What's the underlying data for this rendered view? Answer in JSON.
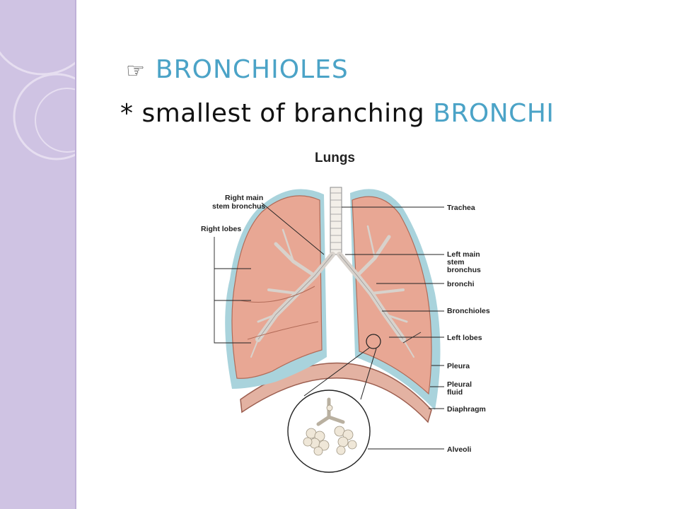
{
  "slide": {
    "title_icon": "pointing-hand-icon",
    "title": "BRONCHIOLES",
    "subtitle_prefix": "* smallest of branching",
    "subtitle_accent": "BRONCHI"
  },
  "diagram": {
    "title": "Lungs",
    "labels": {
      "right_main_stem_1": "Right main",
      "right_main_stem_2": "stem bronchus",
      "right_lobes": "Right lobes",
      "trachea": "Trachea",
      "left_main_stem_1": "Left main",
      "left_main_stem_2": "stem",
      "left_main_stem_3": "bronchus",
      "bronchi": "bronchi",
      "bronchioles": "Bronchioles",
      "left_lobes": "Left lobes",
      "pleura": "Pleura",
      "pleural_fluid_1": "Pleural",
      "pleural_fluid_2": "fluid",
      "diaphragm": "Diaphragm",
      "alveoli": "Alveoli"
    }
  },
  "colors": {
    "accent": "#4ba3c7",
    "sidebar": "#cfc3e3",
    "lung_fill": "#e8a794",
    "pleura": "#a9d3dc",
    "diaphragm": "#e3b2a2"
  }
}
